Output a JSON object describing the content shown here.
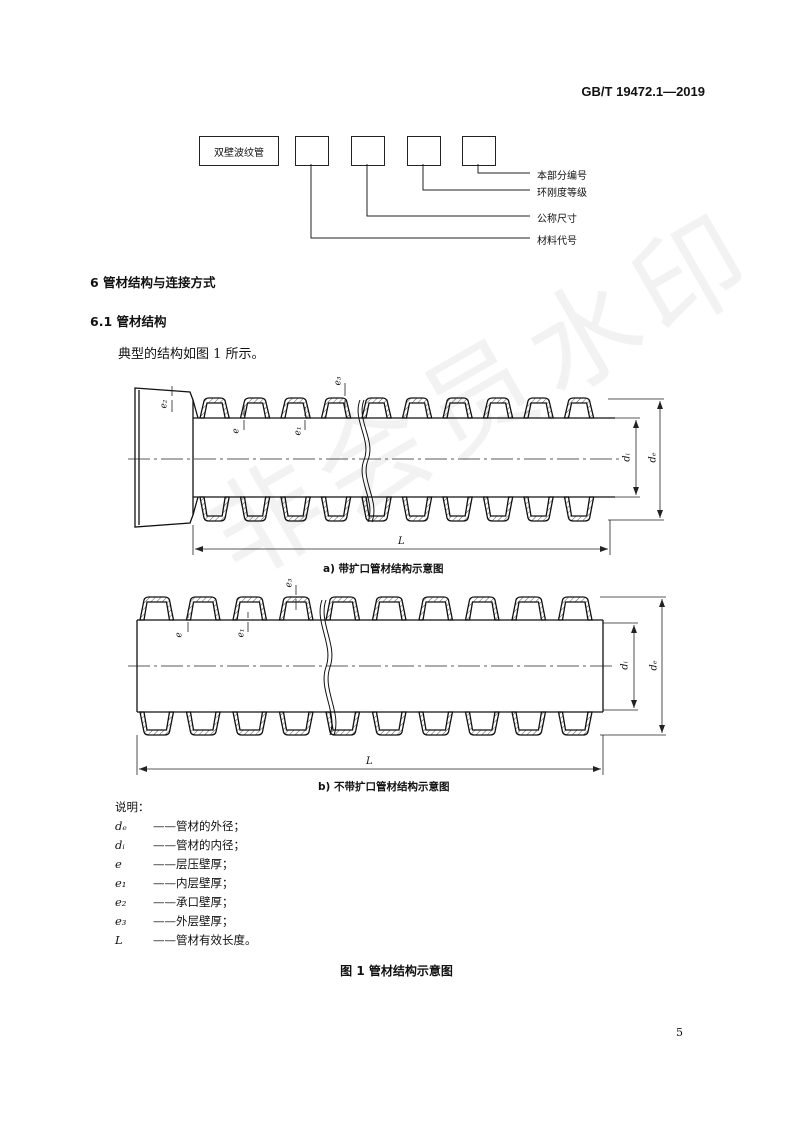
{
  "header": {
    "standard_number": "GB/T 19472.1—2019"
  },
  "designation": {
    "first_box": "双壁波纹管",
    "annotations": [
      "本部分编号",
      "环刚度等级",
      "公称尺寸",
      "材料代号"
    ]
  },
  "sections": {
    "s6": "6  管材结构与连接方式",
    "s61": "6.1  管材结构",
    "body": "典型的结构如图 1 所示。"
  },
  "figure": {
    "sub_a": "a)  带扩口管材结构示意图",
    "sub_b": "b)  不带扩口管材结构示意图",
    "dim_labels": {
      "e2": "e₂",
      "e": "e",
      "e1": "e₁",
      "e3": "e₃",
      "di": "dᵢ",
      "de": "dₑ",
      "L": "L"
    },
    "title": "图 1  管材结构示意图"
  },
  "legend": {
    "heading": "说明：",
    "items": [
      {
        "sym": "dₑ",
        "text": "——管材的外径；"
      },
      {
        "sym": "dᵢ",
        "text": "——管材的内径；"
      },
      {
        "sym": "e",
        "text": "——层压壁厚；"
      },
      {
        "sym": "e₁",
        "text": "——内层壁厚；"
      },
      {
        "sym": "e₂",
        "text": "——承口壁厚；"
      },
      {
        "sym": "e₃",
        "text": "——外层壁厚；"
      },
      {
        "sym": "L",
        "text": "——管材有效长度。"
      }
    ]
  },
  "watermark": "非会员水印",
  "page_number": "5"
}
